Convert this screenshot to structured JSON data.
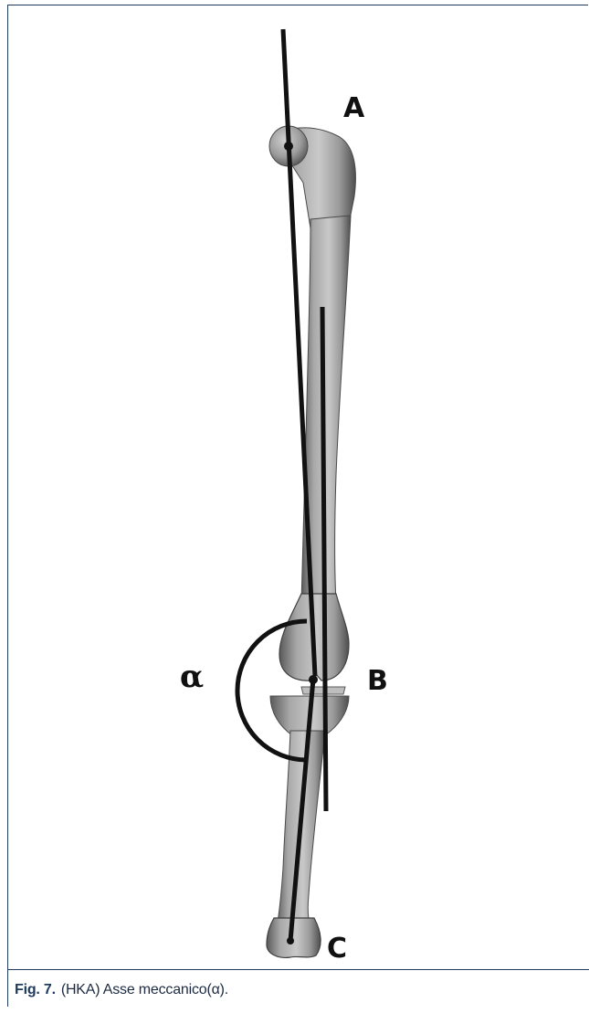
{
  "figure": {
    "labels": {
      "hip": "A",
      "knee": "B",
      "ankle": "C",
      "angle": "α"
    },
    "colors": {
      "bone": "#b9b9b9",
      "bone_dark": "#6e6e6e",
      "axis_line": "#111111",
      "frame": "#1f3a5c"
    }
  },
  "caption": {
    "fig_label": "Fig. 7.",
    "text": "(HKA) Asse meccanico(α)."
  }
}
